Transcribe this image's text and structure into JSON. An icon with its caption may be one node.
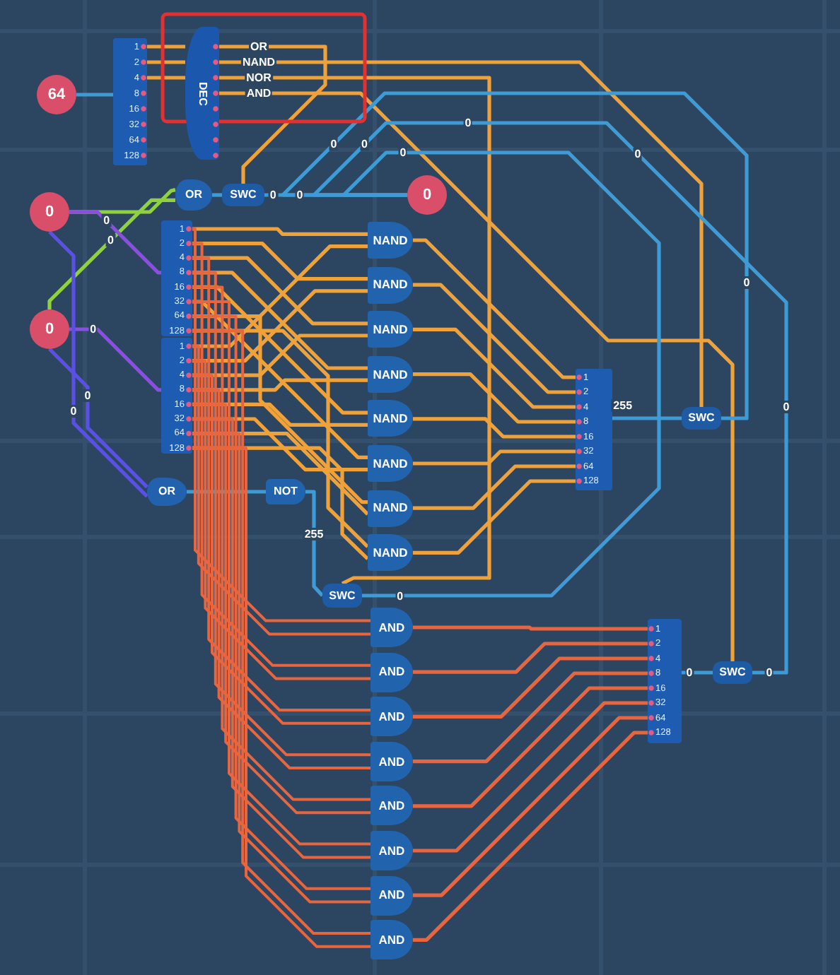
{
  "diagram": {
    "nodes": [
      {
        "text": [
          "64"
        ]
      },
      {
        "text": [
          "1",
          "2",
          "4",
          "8",
          "16",
          "32",
          "64",
          "128"
        ]
      },
      {
        "text": [
          "DEC"
        ]
      },
      {
        "text": [
          "0"
        ]
      },
      {
        "text": [
          "0"
        ]
      },
      {
        "text": [
          "OR"
        ]
      },
      {
        "text": [
          "SWC"
        ]
      },
      {
        "text": [
          "0"
        ]
      },
      {
        "text": [
          "1",
          "2",
          "4",
          "8",
          "16",
          "32",
          "64",
          "128"
        ]
      },
      {
        "text": [
          "1",
          "2",
          "4",
          "8",
          "16",
          "32",
          "64",
          "128"
        ]
      },
      {
        "text": [
          "NAND"
        ]
      },
      {
        "text": [
          "NAND"
        ]
      },
      {
        "text": [
          "NAND"
        ]
      },
      {
        "text": [
          "NAND"
        ]
      },
      {
        "text": [
          "NAND"
        ]
      },
      {
        "text": [
          "NAND"
        ]
      },
      {
        "text": [
          "NAND"
        ]
      },
      {
        "text": [
          "NAND"
        ]
      },
      {
        "text": [
          "1",
          "2",
          "4",
          "8",
          "16",
          "32",
          "64",
          "128"
        ]
      },
      {
        "text": [
          "SWC"
        ]
      },
      {
        "text": [
          "OR"
        ]
      },
      {
        "text": [
          "NOT"
        ]
      },
      {
        "text": [
          "SWC"
        ]
      },
      {
        "text": [
          "AND"
        ]
      },
      {
        "text": [
          "AND"
        ]
      },
      {
        "text": [
          "AND"
        ]
      },
      {
        "text": [
          "AND"
        ]
      },
      {
        "text": [
          "AND"
        ]
      },
      {
        "text": [
          "AND"
        ]
      },
      {
        "text": [
          "AND"
        ]
      },
      {
        "text": [
          "AND"
        ]
      },
      {
        "text": [
          "1",
          "2",
          "4",
          "8",
          "16",
          "32",
          "64",
          "128"
        ]
      },
      {
        "text": [
          "SWC"
        ]
      }
    ],
    "edges": [
      {
        "from": 0,
        "to": 1,
        "arrow": "none",
        "color": "#3f9bd5"
      },
      {
        "from": 1,
        "to": 2,
        "arrow": "none"
      },
      {
        "from": 2,
        "to": 6,
        "arrow": "none",
        "label": "OR"
      },
      {
        "from": 2,
        "to": 19,
        "arrow": "none",
        "label": "NAND"
      },
      {
        "from": 2,
        "to": 22,
        "arrow": "none",
        "label": "NOR"
      },
      {
        "from": 2,
        "to": 32,
        "arrow": "none",
        "label": "AND"
      },
      {
        "from": 3,
        "to": 5,
        "arrow": "none",
        "color": "#8fd23f"
      },
      {
        "from": 4,
        "to": 5,
        "arrow": "none",
        "label": "0",
        "color": "#8fd23f"
      },
      {
        "from": 3,
        "to": 8,
        "arrow": "none",
        "label": "0",
        "color": "#8a4ee0"
      },
      {
        "from": 4,
        "to": 9,
        "arrow": "none",
        "label": "0",
        "color": "#8a4ee0"
      },
      {
        "from": 4,
        "to": 20,
        "arrow": "none",
        "label": "0",
        "color": "#5b50e6"
      },
      {
        "from": 3,
        "to": 20,
        "arrow": "none",
        "label": "0",
        "color": "#5b50e6"
      },
      {
        "from": 5,
        "to": 6,
        "arrow": "none",
        "color": "#3f9bd5"
      },
      {
        "from": 6,
        "to": 7,
        "arrow": "none",
        "label": "0",
        "color": "#3f9bd5"
      },
      {
        "from": 19,
        "to": 7,
        "arrow": "none",
        "label": "0",
        "color": "#3f9bd5"
      },
      {
        "from": 22,
        "to": 7,
        "arrow": "none",
        "label": "0",
        "color": "#3f9bd5"
      },
      {
        "from": 32,
        "to": 7,
        "arrow": "none",
        "label": "0",
        "color": "#3f9bd5"
      },
      {
        "from": 20,
        "to": 21,
        "arrow": "none",
        "color": "#3f9bd5"
      },
      {
        "from": 21,
        "to": 22,
        "arrow": "none",
        "label": "255",
        "color": "#3f9bd5"
      },
      {
        "from": 18,
        "to": 19,
        "arrow": "none",
        "label": "255",
        "color": "#3f9bd5"
      },
      {
        "from": 31,
        "to": 32,
        "arrow": "none",
        "label": "0",
        "color": "#3f9bd5"
      },
      {
        "from": 8,
        "to": 10,
        "arrow": "none"
      },
      {
        "from": 8,
        "to": 11,
        "arrow": "none"
      },
      {
        "from": 8,
        "to": 12,
        "arrow": "none"
      },
      {
        "from": 8,
        "to": 13,
        "arrow": "none"
      },
      {
        "from": 8,
        "to": 14,
        "arrow": "none"
      },
      {
        "from": 8,
        "to": 15,
        "arrow": "none"
      },
      {
        "from": 8,
        "to": 16,
        "arrow": "none"
      },
      {
        "from": 8,
        "to": 17,
        "arrow": "none"
      },
      {
        "from": 9,
        "to": 10,
        "arrow": "none"
      },
      {
        "from": 9,
        "to": 11,
        "arrow": "none"
      },
      {
        "from": 9,
        "to": 12,
        "arrow": "none"
      },
      {
        "from": 9,
        "to": 13,
        "arrow": "none"
      },
      {
        "from": 9,
        "to": 14,
        "arrow": "none"
      },
      {
        "from": 9,
        "to": 15,
        "arrow": "none"
      },
      {
        "from": 9,
        "to": 16,
        "arrow": "none"
      },
      {
        "from": 9,
        "to": 17,
        "arrow": "none"
      },
      {
        "from": 10,
        "to": 18,
        "arrow": "none"
      },
      {
        "from": 11,
        "to": 18,
        "arrow": "none"
      },
      {
        "from": 12,
        "to": 18,
        "arrow": "none"
      },
      {
        "from": 13,
        "to": 18,
        "arrow": "none"
      },
      {
        "from": 14,
        "to": 18,
        "arrow": "none"
      },
      {
        "from": 15,
        "to": 18,
        "arrow": "none"
      },
      {
        "from": 16,
        "to": 18,
        "arrow": "none"
      },
      {
        "from": 17,
        "to": 18,
        "arrow": "none"
      },
      {
        "from": 8,
        "to": 23,
        "arrow": "none",
        "color": "#e8663f"
      },
      {
        "from": 8,
        "to": 24,
        "arrow": "none",
        "color": "#e8663f"
      },
      {
        "from": 8,
        "to": 25,
        "arrow": "none",
        "color": "#e8663f"
      },
      {
        "from": 8,
        "to": 26,
        "arrow": "none",
        "color": "#e8663f"
      },
      {
        "from": 8,
        "to": 27,
        "arrow": "none",
        "color": "#e8663f"
      },
      {
        "from": 8,
        "to": 28,
        "arrow": "none",
        "color": "#e8663f"
      },
      {
        "from": 8,
        "to": 29,
        "arrow": "none",
        "color": "#e8663f"
      },
      {
        "from": 8,
        "to": 30,
        "arrow": "none",
        "color": "#e8663f"
      },
      {
        "from": 9,
        "to": 23,
        "arrow": "none",
        "color": "#e8663f"
      },
      {
        "from": 9,
        "to": 24,
        "arrow": "none",
        "color": "#e8663f"
      },
      {
        "from": 9,
        "to": 25,
        "arrow": "none",
        "color": "#e8663f"
      },
      {
        "from": 9,
        "to": 26,
        "arrow": "none",
        "color": "#e8663f"
      },
      {
        "from": 9,
        "to": 27,
        "arrow": "none",
        "color": "#e8663f"
      },
      {
        "from": 9,
        "to": 28,
        "arrow": "none",
        "color": "#e8663f"
      },
      {
        "from": 9,
        "to": 29,
        "arrow": "none",
        "color": "#e8663f"
      },
      {
        "from": 9,
        "to": 30,
        "arrow": "none",
        "color": "#e8663f"
      },
      {
        "from": 23,
        "to": 31,
        "arrow": "none",
        "color": "#e8663f"
      },
      {
        "from": 24,
        "to": 31,
        "arrow": "none",
        "color": "#e8663f"
      },
      {
        "from": 25,
        "to": 31,
        "arrow": "none",
        "color": "#e8663f"
      },
      {
        "from": 26,
        "to": 31,
        "arrow": "none",
        "color": "#e8663f"
      },
      {
        "from": 27,
        "to": 31,
        "arrow": "none",
        "color": "#e8663f"
      },
      {
        "from": 28,
        "to": 31,
        "arrow": "none",
        "color": "#e8663f"
      },
      {
        "from": 29,
        "to": 31,
        "arrow": "none",
        "color": "#e8663f"
      },
      {
        "from": 30,
        "to": 31,
        "arrow": "none",
        "color": "#e8663f"
      }
    ],
    "labels": [
      "0",
      "0",
      "0",
      "0",
      "0",
      "0",
      "0"
    ]
  }
}
